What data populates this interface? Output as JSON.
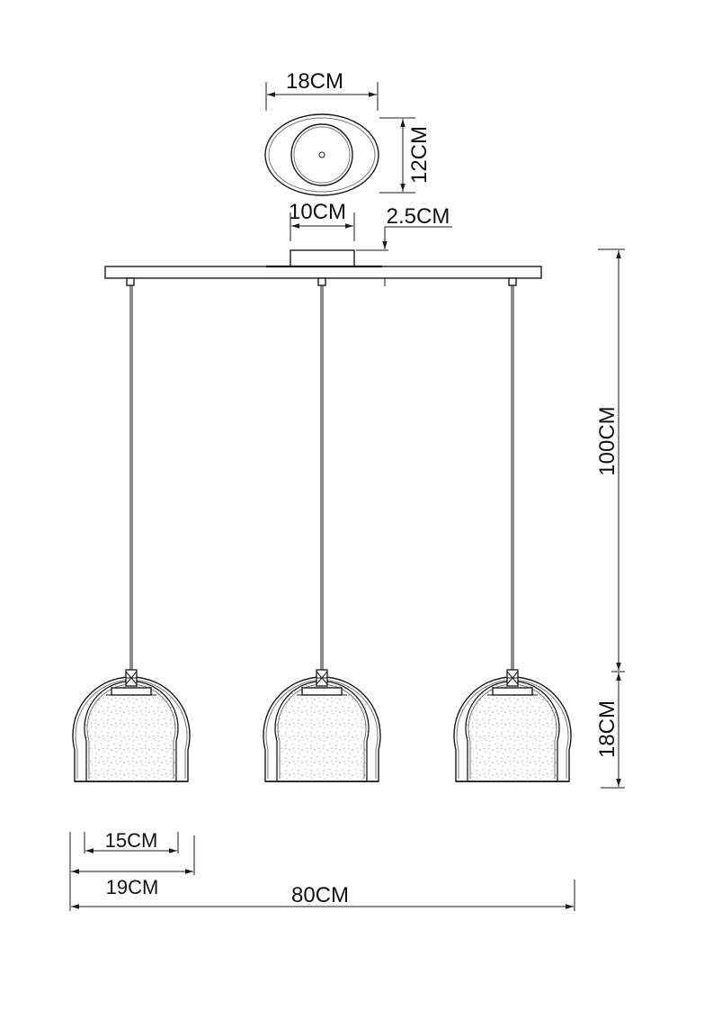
{
  "dimensions": {
    "canopy_width": "18CM",
    "canopy_depth": "12CM",
    "canopy_base_width": "10CM",
    "canopy_height": "2.5CM",
    "cable_length": "100CM",
    "shade_height": "18CM",
    "inner_shade_width": "15CM",
    "outer_shade_width": "19CM",
    "total_width": "80CM"
  },
  "colors": {
    "line": "#1a1a1a",
    "background": "#ffffff"
  },
  "shade_count": 3
}
